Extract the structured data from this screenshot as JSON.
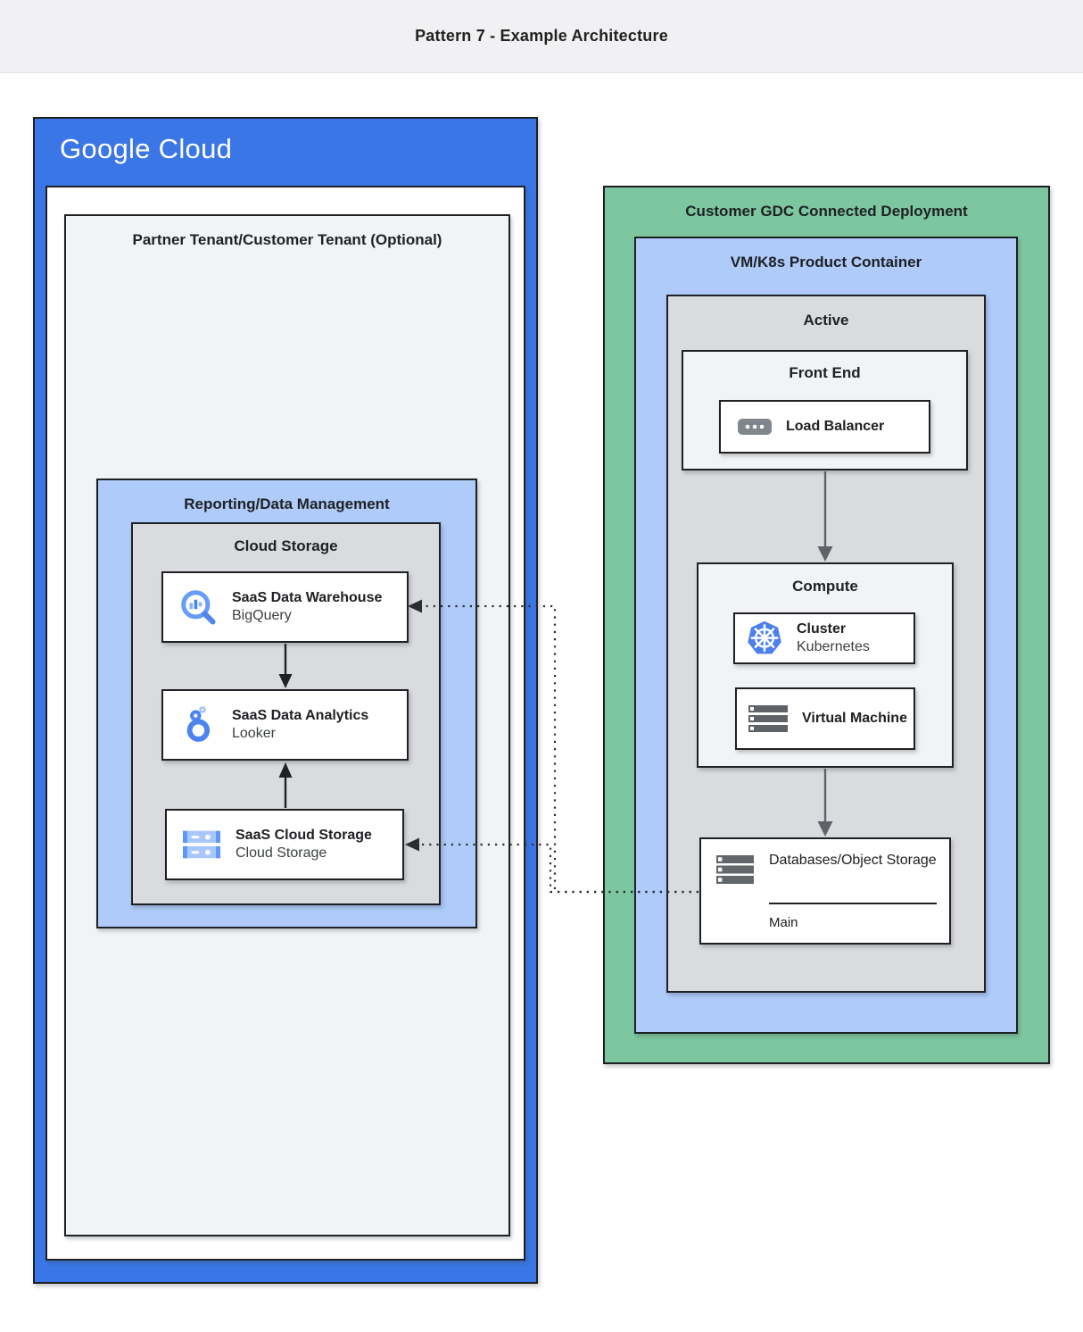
{
  "header": {
    "title": "Pattern 7 - Example Architecture"
  },
  "google_cloud": {
    "logo": "Google Cloud",
    "partner_tenant": {
      "label": "Partner Tenant/Customer Tenant (Optional)"
    },
    "reporting": {
      "label": "Reporting/Data Management",
      "cloud_storage_group": {
        "label": "Cloud Storage",
        "nodes": [
          {
            "title": "SaaS Data Warehouse",
            "subtitle": "BigQuery",
            "icon": "bigquery-icon"
          },
          {
            "title": "SaaS Data Analytics",
            "subtitle": "Looker",
            "icon": "looker-icon"
          },
          {
            "title": "SaaS Cloud Storage",
            "subtitle": "Cloud Storage",
            "icon": "cloud-storage-icon"
          }
        ]
      }
    }
  },
  "gdc": {
    "label": "Customer GDC Connected Deployment",
    "vmk8s": {
      "label": "VM/K8s Product Container",
      "active": {
        "label": "Active",
        "front_end": {
          "label": "Front End",
          "node": {
            "title": "Load Balancer",
            "icon": "load-balancer-icon"
          }
        },
        "compute": {
          "label": "Compute",
          "nodes": [
            {
              "title": "Cluster",
              "subtitle": "Kubernetes",
              "icon": "kubernetes-icon"
            },
            {
              "title": "Virtual Machine",
              "icon": "virtual-machine-icon"
            }
          ]
        },
        "database": {
          "title": "Databases/Object Storage",
          "footer": "Main",
          "icon": "databases-icon"
        }
      }
    }
  },
  "connections": [
    {
      "from": "SaaS Data Warehouse",
      "to": "SaaS Data Analytics",
      "style": "solid-arrow-down"
    },
    {
      "from": "SaaS Cloud Storage",
      "to": "SaaS Data Analytics",
      "style": "solid-arrow-up"
    },
    {
      "from": "Front End",
      "to": "Compute",
      "style": "solid-arrow-down"
    },
    {
      "from": "Compute",
      "to": "Databases/Object Storage",
      "style": "solid-arrow-down"
    },
    {
      "from": "Databases/Object Storage",
      "to": "SaaS Data Warehouse",
      "style": "dotted-arrow"
    },
    {
      "from": "Databases/Object Storage",
      "to": "SaaS Cloud Storage",
      "style": "dotted-arrow"
    }
  ],
  "colors": {
    "google_blue": "#3b76e6",
    "light_blue": "#aecbfa",
    "green": "#7cc7a0",
    "gray_container": "#d9dbde",
    "light_gray_container": "#f1f3f4",
    "border": "#1f2023",
    "arrow_gray": "#5f6368",
    "arrow_dark": "#202124",
    "header_band": "#f1f1f3"
  }
}
